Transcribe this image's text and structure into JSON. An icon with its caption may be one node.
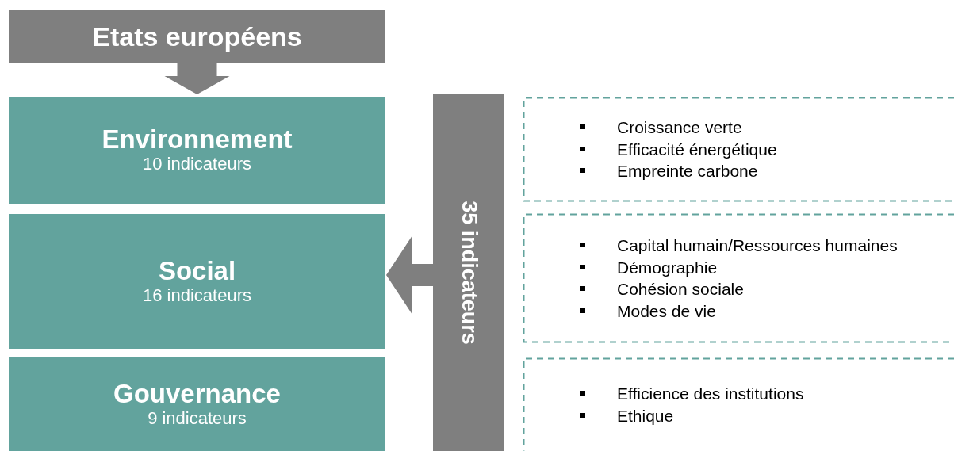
{
  "diagram": {
    "nodes": [
      {
        "text": [
          "Etats européens"
        ]
      },
      {
        "text": [
          "Environnement",
          "10 indicateurs"
        ]
      },
      {
        "text": [
          "Social",
          "16 indicateurs"
        ]
      },
      {
        "text": [
          "Gouvernance",
          "9 indicateurs"
        ]
      },
      {
        "text": [
          "35 indicateurs"
        ]
      },
      {
        "text": [
          "Croissance verte",
          "Efficacité énergétique",
          "Empreinte carbone"
        ]
      },
      {
        "text": [
          "Capital humain/Ressources humaines",
          "Démographie",
          "Cohésion sociale",
          "Modes de vie"
        ]
      },
      {
        "text": [
          "Efficience des institutions",
          "Ethique"
        ]
      }
    ],
    "edges": [
      {
        "from": 0,
        "to": 1,
        "arrow": "to",
        "style": "thick"
      },
      {
        "from": 4,
        "to": 2,
        "arrow": "to",
        "style": "thick"
      }
    ]
  }
}
